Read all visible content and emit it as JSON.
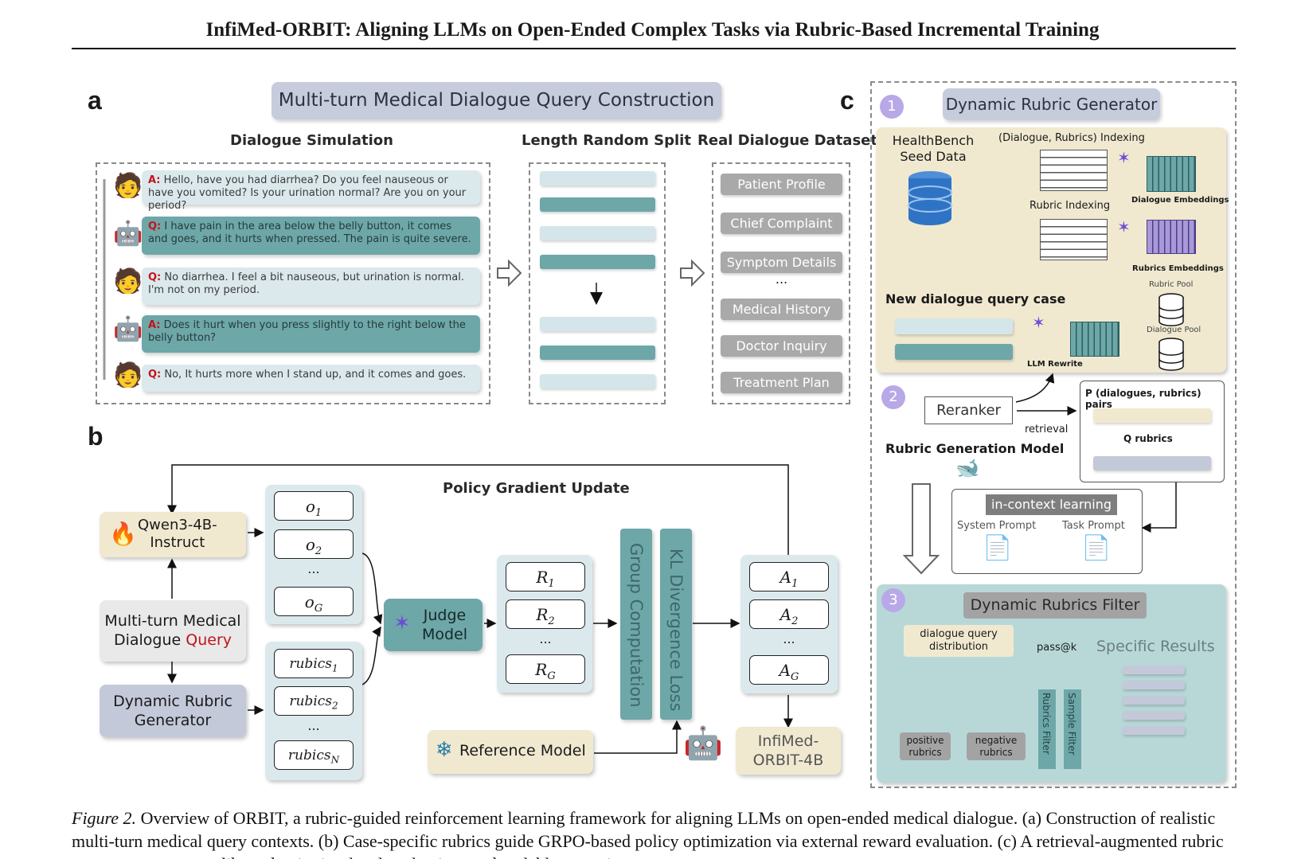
{
  "header": {
    "title": "InfiMed-ORBIT: Aligning LLMs on Open-Ended Complex Tasks via Rubric-Based Incremental Training"
  },
  "panel_a": {
    "label": "a",
    "title": "Multi-turn Medical Dialogue Query Construction",
    "sim_title": "Dialogue Simulation",
    "split_title": "Length Random Split",
    "real_title": "Real Dialogue Dataset",
    "dialogue": [
      {
        "role": "A:",
        "text": " Hello, have you had diarrhea? Do you feel nauseous or have you vomited? Is your urination normal? Are you on your period?"
      },
      {
        "role": "Q:",
        "text": " I have pain in the area below the belly button, it comes and goes, and it hurts when pressed. The pain is quite severe."
      },
      {
        "role": "Q:",
        "text": " No diarrhea. I feel a bit nauseous, but urination is normal. I'm not on my period."
      },
      {
        "role": "A:",
        "text": " Does it hurt when you press slightly to the right below the belly button?"
      },
      {
        "role": "Q:",
        "text": " No, It hurts more when I stand up, and it comes and goes."
      }
    ],
    "real_items": [
      "Patient Profile",
      "Chief Complaint",
      "Symptom Details",
      "...",
      "Medical History",
      "Doctor Inquiry",
      "Treatment Plan"
    ]
  },
  "panel_b": {
    "label": "b",
    "policy_model": "Qwen3-4B-\nInstruct",
    "query_line1": "Multi-turn Medical",
    "query_line2": "Dialogue ",
    "query_word": "Query",
    "rubric_gen": "Dynamic Rubric\nGenerator",
    "outputs": [
      "o",
      "o",
      "...",
      "o"
    ],
    "output_subs": [
      "1",
      "2",
      "",
      "G"
    ],
    "rubrics": [
      "rubics",
      "rubics",
      "...",
      "rubics"
    ],
    "rubric_subs": [
      "1",
      "2",
      "",
      "N"
    ],
    "judge": "Judge\nModel",
    "rewards": [
      "R",
      "R",
      "...",
      "R"
    ],
    "reward_subs": [
      "1",
      "2",
      "",
      "G"
    ],
    "group_comp": "Group Computation",
    "kl_loss": "KL Divergence Loss",
    "advantages": [
      "A",
      "A",
      "...",
      "A"
    ],
    "adv_subs": [
      "1",
      "2",
      "",
      "G"
    ],
    "policy_update": "Policy Gradient Update",
    "reference": "Reference Model",
    "final_model": "InfiMed-\nORBIT-4B"
  },
  "panel_c": {
    "label": "c",
    "step1": "1",
    "title": "Dynamic Rubric Generator",
    "seed": "HealthBench\nSeed Data",
    "pair_index": "(Dialogue, Rubrics) Indexing",
    "rubric_index": "Rubric Indexing",
    "dialogue_emb": "Dialogue Embeddings",
    "rubric_emb": "Rubrics Embeddings",
    "rubric_pool": "Rubric Pool",
    "dialogue_pool": "Dialogue Pool",
    "new_case": "New dialogue query case",
    "llm_rewrite": "LLM Rewrite",
    "step2": "2",
    "reranker": "Reranker",
    "retrieval": "retrieval",
    "pairs": "P (dialogues, rubrics) pairs",
    "q_rubrics": "Q rubrics",
    "gen_model": "Rubric Generation Model",
    "icl": "in-context learning",
    "sys_prompt": "System Prompt",
    "task_prompt": "Task Prompt",
    "step3": "3",
    "filter_title": "Dynamic Rubrics Filter",
    "distribution": "dialogue query\ndistribution",
    "passk": "pass@k",
    "specific": "Specific Results",
    "positive": "positive\nrubrics",
    "negative": "negative\nrubrics",
    "rubrics_filter": "Rubrics Filter",
    "sample_filter": "Sample Filter"
  },
  "caption": {
    "fig": "Figure 2.",
    "text": " Overview of ORBIT, a rubric-guided reinforcement learning framework for aligning LLMs on open-ended medical dialogue. (a) Construction of realistic multi-turn medical query contexts. (b) Case-specific rubrics guide GRPO-based policy optimization via external reward evaluation. (c) A retrieval-augmented rubric generator supports calibrated, criterion-level evaluations and scalable extensions to"
  },
  "colors": {
    "teal": "#6ea7a8",
    "light_teal": "#dbe9ed",
    "slate": "#c4c9da",
    "cream": "#f0e9d0",
    "purple": "#b9a8e8",
    "red": "#c0141c"
  }
}
